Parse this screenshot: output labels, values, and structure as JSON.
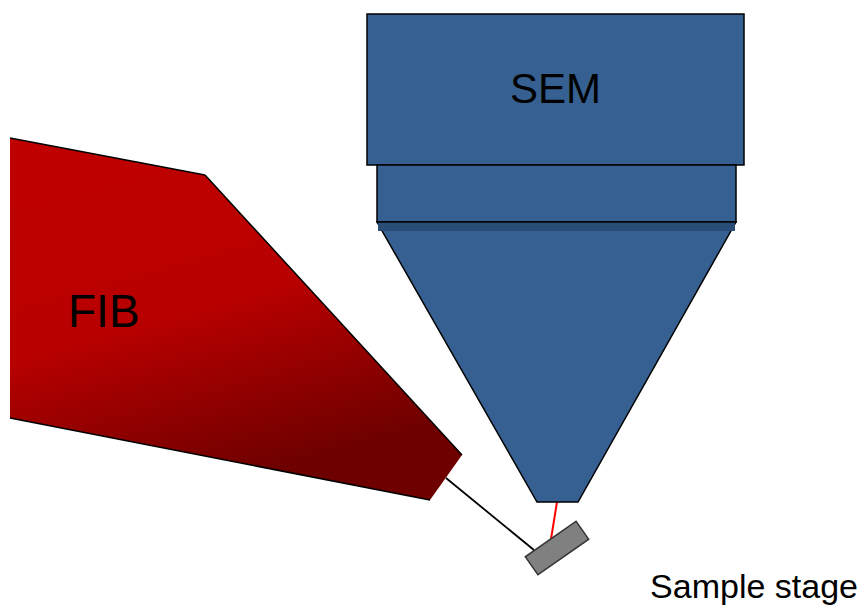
{
  "diagram": {
    "nodes": [
      {
        "text": [
          "SEM"
        ]
      },
      {
        "text": [
          "FIB"
        ]
      },
      {
        "text": [
          "Sample stage"
        ]
      }
    ],
    "edges": [
      {
        "from": 1,
        "to": 2,
        "arrow": "none"
      },
      {
        "from": 0,
        "to": 2,
        "arrow": "none"
      }
    ]
  }
}
